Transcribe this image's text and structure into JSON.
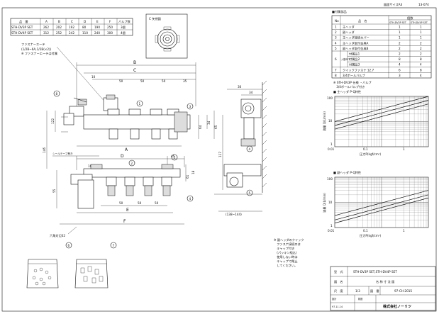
{
  "header": {
    "drawing_size": "図面サイズA3",
    "sheet_code": "13-074"
  },
  "dimension_table": {
    "headers": [
      "品　番",
      "A",
      "B",
      "C",
      "D",
      "E",
      "F",
      "バルブ数"
    ],
    "rows": [
      [
        "STH-DV3P SET",
        "262",
        "202",
        "192",
        "80",
        "190",
        "250",
        "3個"
      ],
      [
        "STH-DV4P SET",
        "312",
        "252",
        "242",
        "110",
        "240",
        "300",
        "4個"
      ]
    ]
  },
  "c_view_label": "C 矢視図",
  "parts_list": {
    "title": "■付属部品",
    "headers": [
      "No",
      "品　名",
      "STH-DV3P SET",
      "STH-DV4P SET"
    ],
    "qty_header": "個数",
    "rows": [
      [
        "1",
        "主ヘッダ",
        "1",
        "1"
      ],
      [
        "2",
        "副ヘッダ",
        "1",
        "1"
      ],
      [
        "3",
        "主ヘッダ接続カバー",
        "1",
        "1"
      ],
      [
        "4",
        "主ヘッダ取付金具A",
        "2",
        "2"
      ],
      [
        "5",
        "副ヘッダ取付金具B",
        "2",
        "2"
      ],
      [
        "",
        "付属品1",
        "2",
        "2"
      ],
      [
        "6",
        "付属品2",
        "8",
        "8"
      ],
      [
        "",
        "付属品3",
        "4",
        "4"
      ],
      [
        "7",
        "クイックファスナ 12.7",
        "6",
        "8"
      ],
      [
        "8",
        "3/4ボールバルブ",
        "3",
        "4"
      ]
    ],
    "set_label": "入替SET"
  },
  "notes_right": [
    "※ STH-DV3P 仕様 ・バルブ",
    "　3/4ボールバルブ付き"
  ],
  "chart_main": {
    "title": "■ 主ヘッダ  P-Q特性",
    "ylabel": "流量 Q(L/min)",
    "xlabel": "圧力P(kgf/cm²)",
    "yticks": [
      "100",
      "10",
      "1"
    ],
    "xticks": [
      "0.01",
      "0.1",
      "1"
    ]
  },
  "chart_sub": {
    "title": "■ 副ヘッダ  P-Q特性",
    "ylabel": "流量 Q(L/min)",
    "xlabel": "圧力P(kgf/cm²)",
    "yticks": [
      "100",
      "10",
      "1"
    ],
    "xticks": [
      "0.01",
      "0.1",
      "1"
    ]
  },
  "chart_data": [
    {
      "type": "line",
      "title": "■ 主ヘッダ  P-Q特性",
      "xlabel": "圧力P(kgf/cm²)",
      "ylabel": "流量 Q(L/min)",
      "x_scale": "log",
      "y_scale": "log",
      "xlim": [
        0.01,
        1
      ],
      "ylim": [
        1,
        100
      ],
      "grid": true,
      "series": [
        {
          "x": [
            0.01,
            1
          ],
          "y": [
            5,
            50
          ]
        },
        {
          "x": [
            0.01,
            1
          ],
          "y": [
            7,
            70
          ]
        },
        {
          "x": [
            0.01,
            1
          ],
          "y": [
            10,
            100
          ]
        }
      ]
    },
    {
      "type": "line",
      "title": "■ 副ヘッダ  P-Q特性",
      "xlabel": "圧力P(kgf/cm²)",
      "ylabel": "流量 Q(L/min)",
      "x_scale": "log",
      "y_scale": "log",
      "xlim": [
        0.01,
        1
      ],
      "ylim": [
        1,
        100
      ],
      "grid": true,
      "series": [
        {
          "x": [
            0.01,
            1
          ],
          "y": [
            1.5,
            15
          ]
        },
        {
          "x": [
            0.01,
            1
          ],
          "y": [
            2,
            20
          ]
        },
        {
          "x": [
            0.01,
            1
          ],
          "y": [
            3,
            30
          ]
        }
      ]
    }
  ],
  "drawing_labels": {
    "fastener_note": "ファスナーエーテ",
    "fastener_note2": "(1/2B~6A,1/2B(×2))",
    "fastener_note3": "※ ファスナーエーテは付属",
    "A": "A",
    "B": "B",
    "C": "C",
    "D": "D",
    "E": "E",
    "F": "F",
    "d10a": "10",
    "d50a": "50",
    "d50b": "50",
    "d50c": "50",
    "d35": "35",
    "d122": "122",
    "d146": "146",
    "d55": "55",
    "d64": "64",
    "d34": "34",
    "d65": "65",
    "d117": "117",
    "d10b": "10",
    "d45": "45",
    "d50d": "50",
    "d50e": "50",
    "d50f": "50",
    "d61": "61",
    "d18": "18",
    "d30": "30",
    "d34b": "34",
    "side_range": "(138~144)",
    "hex": "六角対辺32",
    "seal_note": "シールテープ巻き",
    "callouts": [
      "1",
      "2",
      "3",
      "4",
      "5",
      "6",
      "7",
      "8"
    ]
  },
  "note_lower": [
    "※ 副ヘッダのクイック",
    "　ファスナ接続口は",
    "　キャップ付き",
    "　(パッキン組込)",
    "　使用しない時は",
    "　キャップで閉止",
    "　してください。"
  ],
  "title_block": {
    "model_label": "型　式",
    "model_value": "STH-DV3P SET,STH-DV4P SET",
    "name_label": "図　名",
    "name_value": "名 称 寸 法 図",
    "scale_label": "尺　度",
    "scale_value": "1/3",
    "number_label": "図　番",
    "number_value": "97-CH-2015",
    "date_value": "97.11.14",
    "company": "株式会社ノーリツ",
    "sign1": "設計",
    "sign2": "検図",
    "sign3": "承認"
  }
}
